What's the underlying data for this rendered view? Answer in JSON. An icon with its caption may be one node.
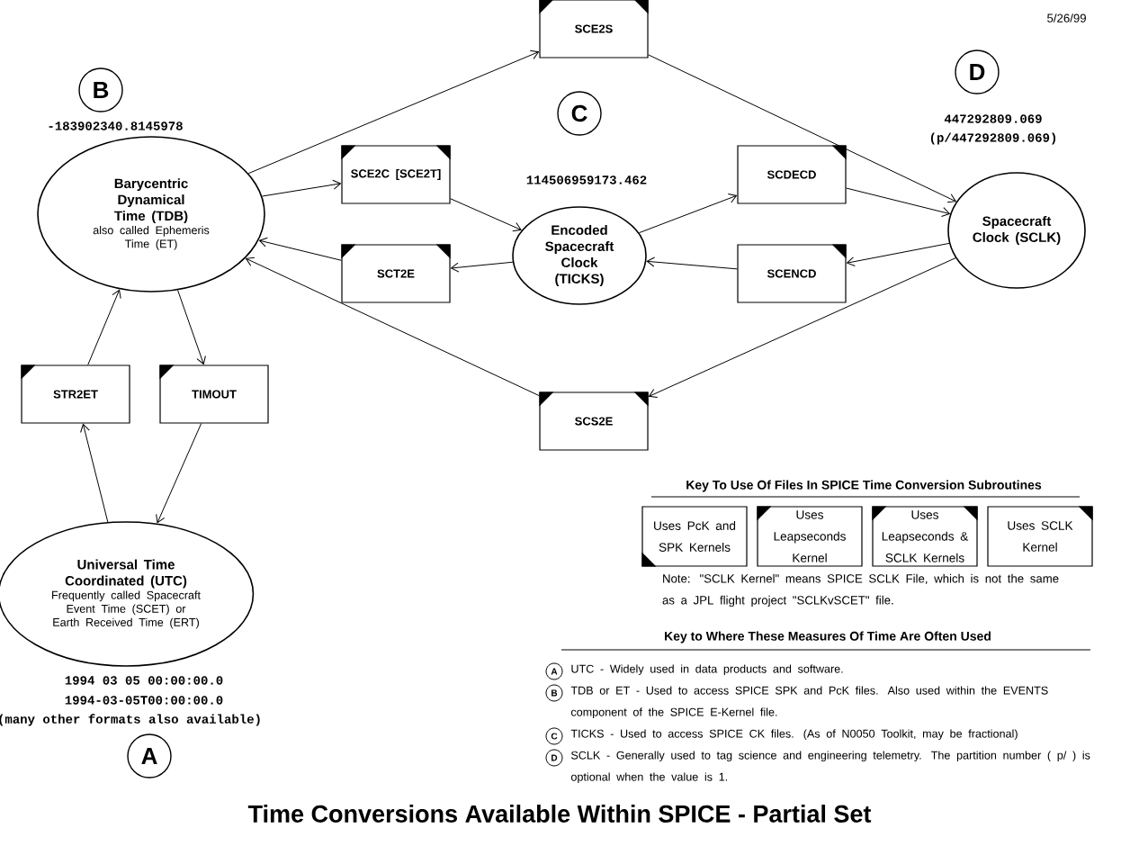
{
  "diagram": {
    "title": "Time Conversions Available Within SPICE - Partial Set",
    "nodes": [
      {
        "text": [
          "B"
        ]
      },
      {
        "text": [
          "Barycentric Dynamical Time (TDB)",
          "also called Ephemeris Time (ET)"
        ],
        "beside": [
          "-183902340.8145978"
        ]
      },
      {
        "text": [
          "C"
        ]
      },
      {
        "text": [
          "Encoded Spacecraft Clock (TICKS)"
        ],
        "beside": [
          "114506959173.462"
        ]
      },
      {
        "text": [
          "D"
        ]
      },
      {
        "text": [
          "Spacecraft Clock (SCLK)"
        ],
        "beside": [
          "447292809.069",
          "(p/447292809.069)"
        ]
      },
      {
        "text": [
          "Universal Time Coordinated (UTC)",
          "Frequently called Spacecraft Event Time (SCET) or Earth Received Time (ERT)"
        ],
        "beside": [
          "1994 03 05 00:00:00.0",
          "1994-03-05T00:00:00.0",
          "(many other formats also available)"
        ]
      },
      {
        "text": [
          "A"
        ]
      },
      {
        "text": [
          "SCE2S"
        ]
      },
      {
        "text": [
          "SCE2C [SCE2T]"
        ]
      },
      {
        "text": [
          "SCT2E"
        ]
      },
      {
        "text": [
          "SCDECD"
        ]
      },
      {
        "text": [
          "SCENCD"
        ]
      },
      {
        "text": [
          "SCS2E"
        ]
      },
      {
        "text": [
          "STR2ET"
        ]
      },
      {
        "text": [
          "TIMOUT"
        ]
      },
      {
        "text": [
          "Uses PcK and SPK Kernels"
        ]
      },
      {
        "text": [
          "Uses Leapseconds Kernel"
        ]
      },
      {
        "text": [
          "Uses Leapseconds & SCLK Kernels"
        ]
      },
      {
        "text": [
          "Uses SCLK Kernel"
        ]
      },
      {
        "text": [
          "A"
        ],
        "beside": [
          "UTC - Widely used in data products and software."
        ]
      },
      {
        "text": [
          "B"
        ],
        "beside": [
          "TDB or ET - Used to access SPICE SPK and PcK files. Also used within the EVENTS component of the SPICE E-Kernel file."
        ]
      },
      {
        "text": [
          "C"
        ],
        "beside": [
          "TICKS - Used to access SPICE CK files. (As of N0050 Toolkit, may be fractional)"
        ]
      },
      {
        "text": [
          "D"
        ],
        "beside": [
          "SCLK - Generally used to tag science and engineering telemetry. The partition number ( p/ ) is optional when the value is 1."
        ]
      }
    ],
    "edges": [
      {
        "from": 1,
        "to": 8,
        "arrow": "to"
      },
      {
        "from": 8,
        "to": 5,
        "arrow": "to"
      },
      {
        "from": 1,
        "to": 9,
        "arrow": "to"
      },
      {
        "from": 9,
        "to": 3,
        "arrow": "to"
      },
      {
        "from": 3,
        "to": 10,
        "arrow": "to"
      },
      {
        "from": 10,
        "to": 1,
        "arrow": "to"
      },
      {
        "from": 3,
        "to": 11,
        "arrow": "to"
      },
      {
        "from": 11,
        "to": 5,
        "arrow": "to"
      },
      {
        "from": 5,
        "to": 12,
        "arrow": "to"
      },
      {
        "from": 12,
        "to": 3,
        "arrow": "to"
      },
      {
        "from": 5,
        "to": 13,
        "arrow": "to"
      },
      {
        "from": 13,
        "to": 1,
        "arrow": "to"
      },
      {
        "from": 6,
        "to": 14,
        "arrow": "to"
      },
      {
        "from": 14,
        "to": 1,
        "arrow": "to"
      },
      {
        "from": 1,
        "to": 15,
        "arrow": "to"
      },
      {
        "from": 15,
        "to": 6,
        "arrow": "to"
      }
    ],
    "labels": [
      "5/26/99",
      "Key To Use Of Files In SPICE Time Conversion Subroutines",
      "Note: \"SCLK Kernel\" means SPICE SCLK File, which is not the same as a JPL flight project \"SCLKvSCET\" file.",
      "Key to Where These Measures Of Time Are Often Used"
    ]
  }
}
